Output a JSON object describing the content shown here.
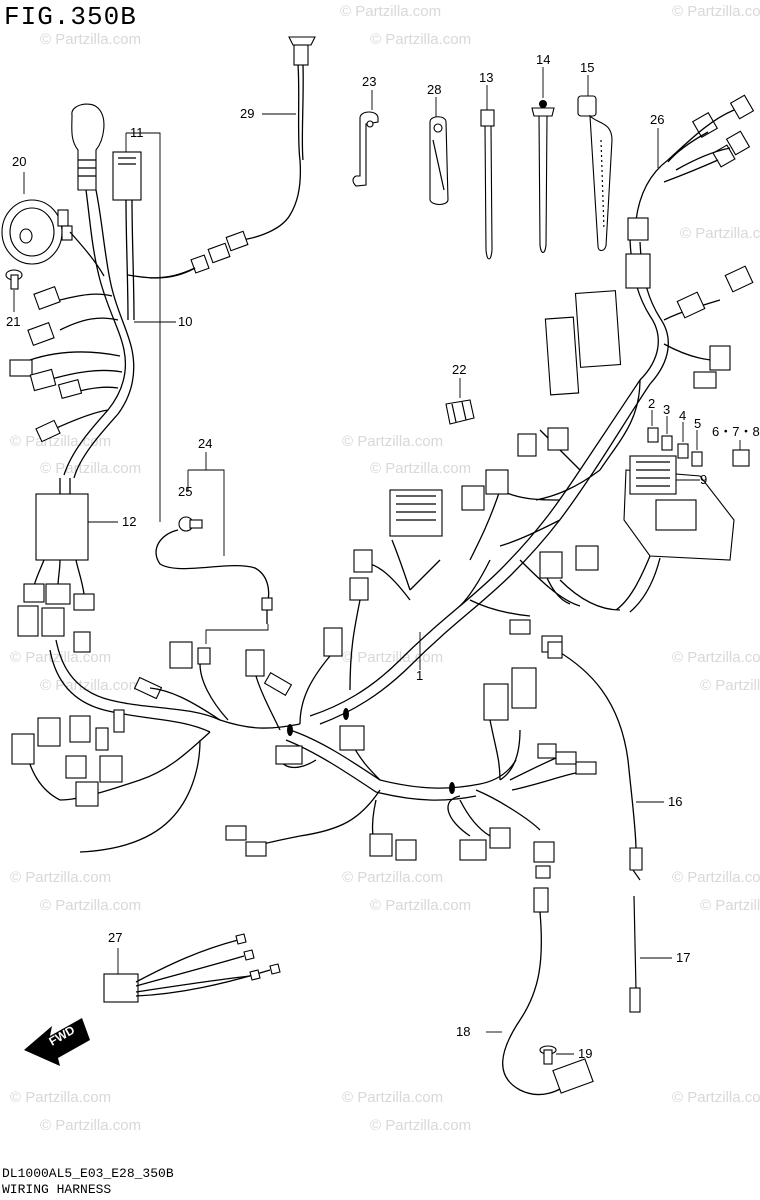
{
  "figure": {
    "title": "FIG.350B"
  },
  "footer": {
    "code": "DL1000AL5_E03_E28_350B",
    "caption": "WIRING HARNESS"
  },
  "watermark": {
    "text": "© Partzilla.com"
  },
  "direction_arrow": {
    "label": "FWD"
  },
  "callouts": [
    {
      "id": "c1",
      "label": "1"
    },
    {
      "id": "c2",
      "label": "2"
    },
    {
      "id": "c3",
      "label": "3"
    },
    {
      "id": "c4",
      "label": "4"
    },
    {
      "id": "c5",
      "label": "5"
    },
    {
      "id": "c678",
      "label": "6・7・8"
    },
    {
      "id": "c9",
      "label": "9"
    },
    {
      "id": "c10",
      "label": "10"
    },
    {
      "id": "c11",
      "label": "11"
    },
    {
      "id": "c12",
      "label": "12"
    },
    {
      "id": "c13",
      "label": "13"
    },
    {
      "id": "c14",
      "label": "14"
    },
    {
      "id": "c15",
      "label": "15"
    },
    {
      "id": "c16",
      "label": "16"
    },
    {
      "id": "c17",
      "label": "17"
    },
    {
      "id": "c18",
      "label": "18"
    },
    {
      "id": "c19",
      "label": "19"
    },
    {
      "id": "c20",
      "label": "20"
    },
    {
      "id": "c21",
      "label": "21"
    },
    {
      "id": "c22",
      "label": "22"
    },
    {
      "id": "c23",
      "label": "23"
    },
    {
      "id": "c24",
      "label": "24"
    },
    {
      "id": "c25",
      "label": "25"
    },
    {
      "id": "c26",
      "label": "26"
    },
    {
      "id": "c27",
      "label": "27"
    },
    {
      "id": "c28",
      "label": "28"
    },
    {
      "id": "c29",
      "label": "29"
    }
  ]
}
